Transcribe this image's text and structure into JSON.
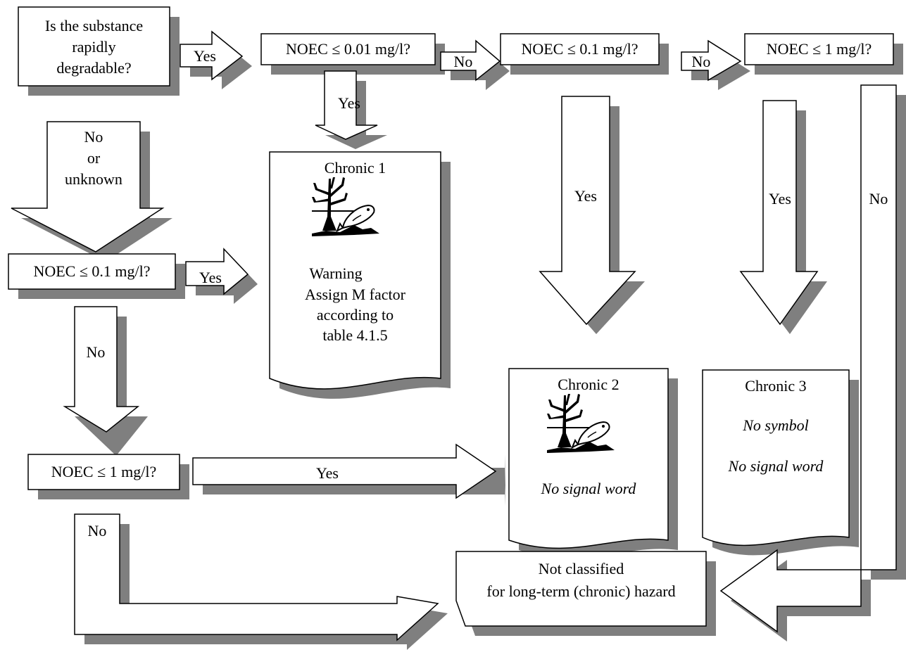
{
  "questions": {
    "q_degradable": "Is the substance\nrapidly\ndegradable?",
    "q_rapid_001": "NOEC ≤ 0.01 mg/l?",
    "q_rapid_01": "NOEC ≤ 0.1 mg/l?",
    "q_rapid_1": "NOEC ≤ 1 mg/l?",
    "q_nonrapid_01": "NOEC ≤ 0.1 mg/l?",
    "q_nonrapid_1": "NOEC ≤ 1 mg/l?"
  },
  "arrows": {
    "yes": "Yes",
    "no": "No",
    "no_or_unknown": "No\nor\nunknown"
  },
  "outcomes": {
    "chronic1": {
      "title": "Chronic 1",
      "signal": "Warning",
      "note": "Assign M factor\naccording to\ntable 4.1.5"
    },
    "chronic2": {
      "title": "Chronic 2",
      "signal": "No signal word"
    },
    "chronic3": {
      "title": "Chronic 3",
      "symbol": "No symbol",
      "signal": "No signal word"
    },
    "not_classified": "Not classified\nfor long-term (chronic) hazard"
  },
  "colors": {
    "shadow": "#7f7f7f",
    "stroke": "#000000",
    "fill": "#ffffff"
  },
  "icons": {
    "hazard_symbol": "environment-dead-tree-fish-pictogram"
  }
}
